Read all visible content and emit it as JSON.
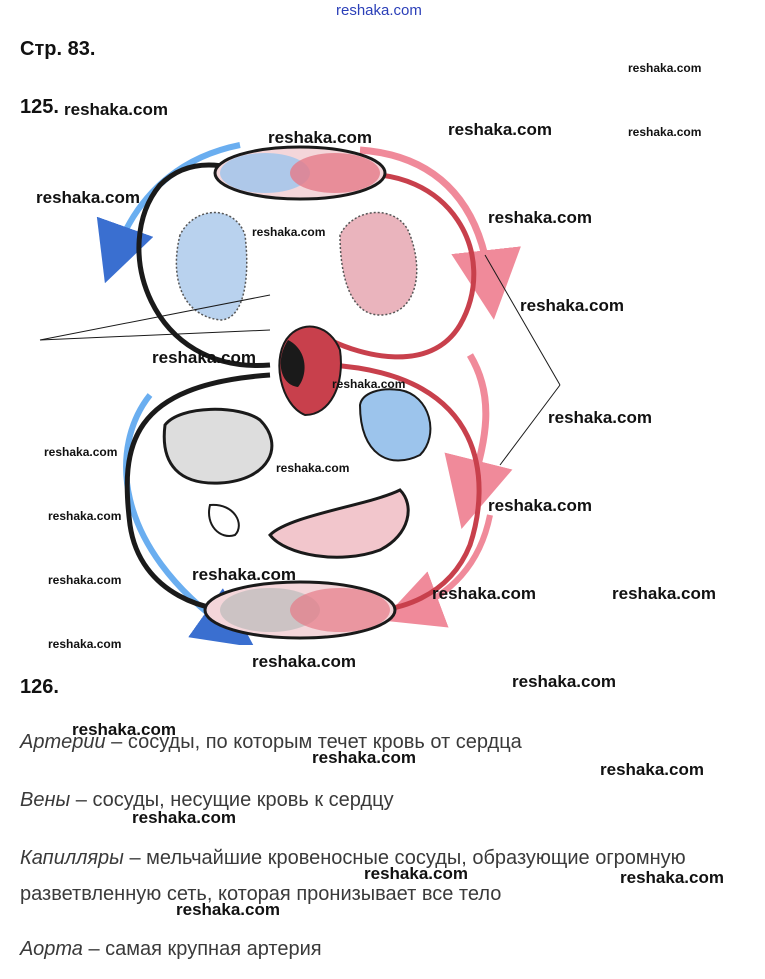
{
  "header": {
    "watermark": "reshaka.com",
    "page_label": "Стр. 83."
  },
  "task_125": {
    "number": "125."
  },
  "task_126": {
    "number": "126.",
    "definitions": [
      {
        "term": "Артерии",
        "separator": " – ",
        "text": "сосуды, по которым течет кровь от сердца"
      },
      {
        "term": "Вены",
        "separator": " – ",
        "text": "сосуды, несущие кровь к сердцу"
      },
      {
        "term": "Капилляры",
        "separator": " – ",
        "text": "мельчайшие кровеносные сосуды, образующие огромную",
        "text_line2": "разветвленную сеть, которая пронизывает все тело"
      },
      {
        "term": "Аорта",
        "separator": " – ",
        "text": "самая крупная артерия"
      }
    ]
  },
  "watermarks": [
    "reshaka.com",
    "reshaka.com",
    "reshaka.com",
    "reshaka.com",
    "reshaka.com",
    "reshaka.com",
    "reshaka.com",
    "reshaka.com",
    "reshaka.com",
    "reshaka.com",
    "reshaka.com",
    "reshaka.com",
    "reshaka.com",
    "reshaka.com",
    "reshaka.com",
    "reshaka.com",
    "reshaka.com",
    "reshaka.com",
    "reshaka.com",
    "reshaka.com",
    "reshaka.com",
    "reshaka.com",
    "reshaka.com",
    "reshaka.com",
    "reshaka.com",
    "reshaka.com",
    "reshaka.com"
  ],
  "colors": {
    "arterial": "#c8404c",
    "arterial_light": "#f08a9a",
    "venous": "#3a6fd0",
    "venous_light": "#6aaef0",
    "vessel_dark": "#1a1a1a"
  }
}
